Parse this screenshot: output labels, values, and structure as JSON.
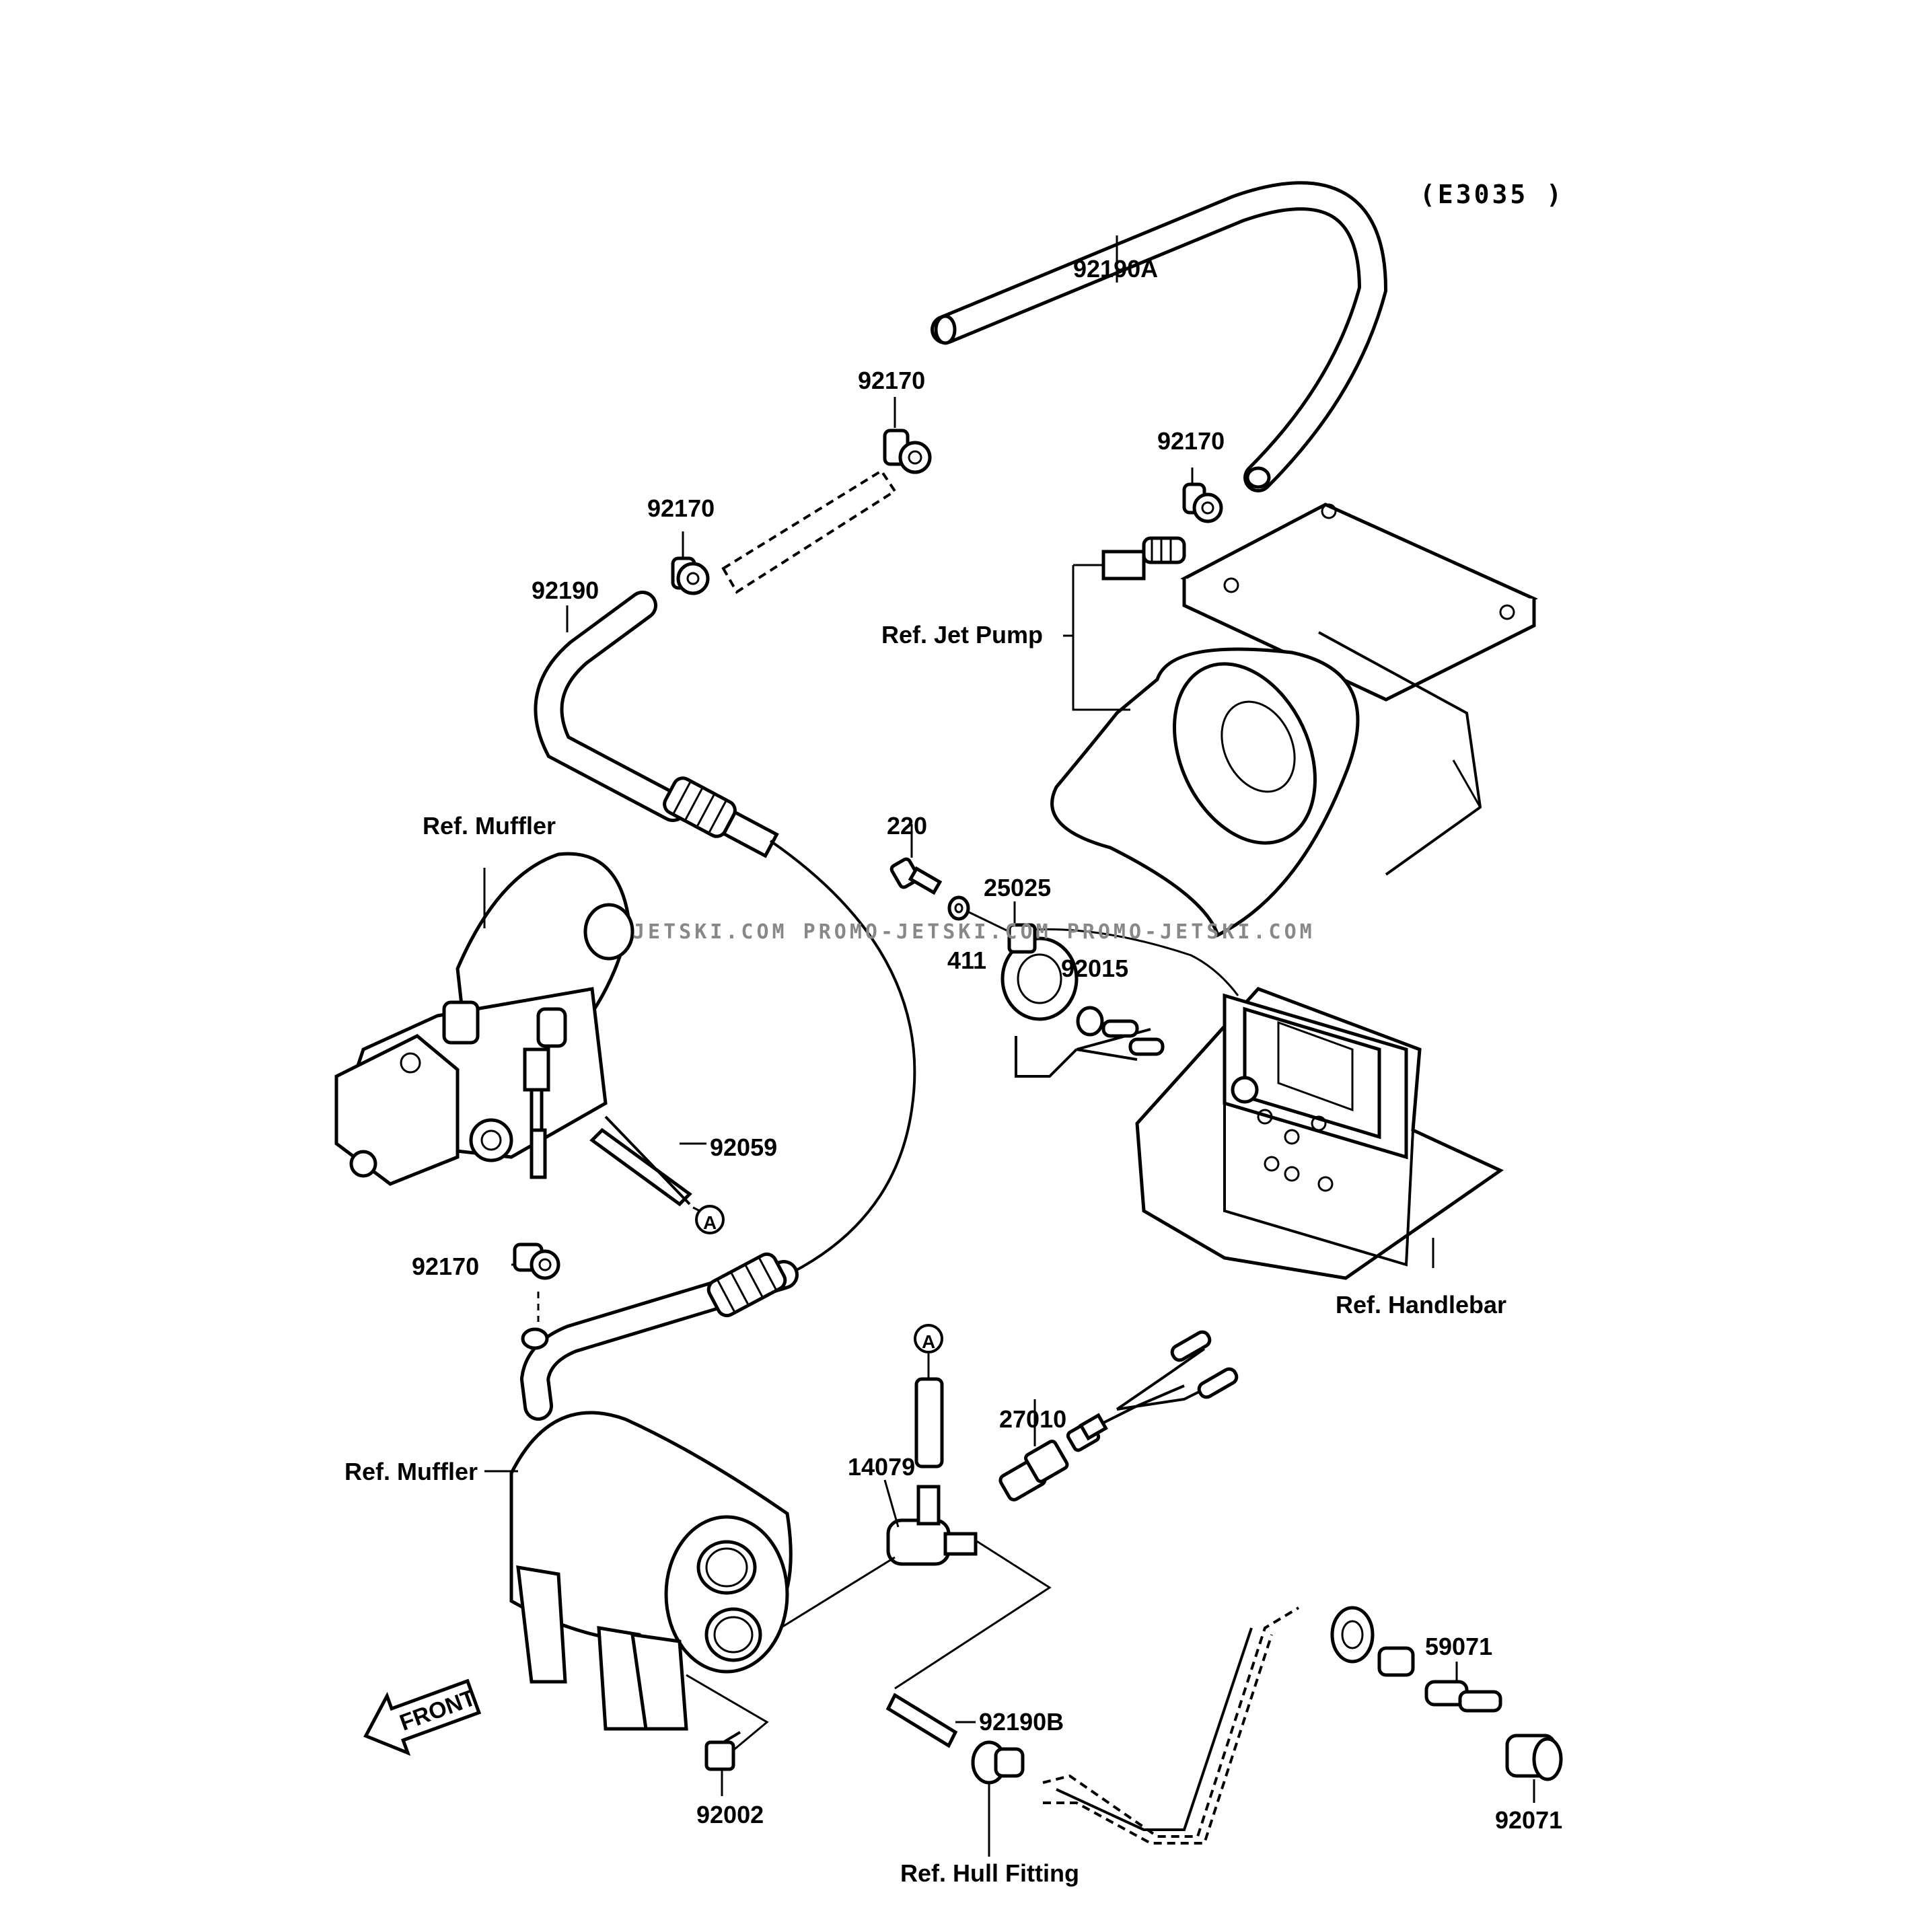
{
  "diagram_code": "(E3035 )",
  "watermark": "JETSKI.COM  PROMO-JETSKI.COM  PROMO-JETSKI.COM",
  "callouts": {
    "p92190A": "92190A",
    "p92170_top": "92170",
    "p92170_right": "92170",
    "p92170_left": "92170",
    "p92190": "92190",
    "ref_jet_pump": "Ref. Jet Pump",
    "ref_muffler_top": "Ref. Muffler",
    "p220": "220",
    "p25025": "25025",
    "p92015": "92015",
    "p411": "411",
    "p92059": "92059",
    "circle_a_top": "A",
    "p92170_bottom": "92170",
    "ref_handlebar": "Ref. Handlebar",
    "circle_a_bottom": "A",
    "p27010": "27010",
    "p14079": "14079",
    "ref_muffler_bottom": "Ref. Muffler",
    "p59071": "59071",
    "p92190B": "92190B",
    "p92002": "92002",
    "p92071": "92071",
    "ref_hull_fitting": "Ref. Hull Fitting",
    "front_arrow": "FRONT"
  }
}
